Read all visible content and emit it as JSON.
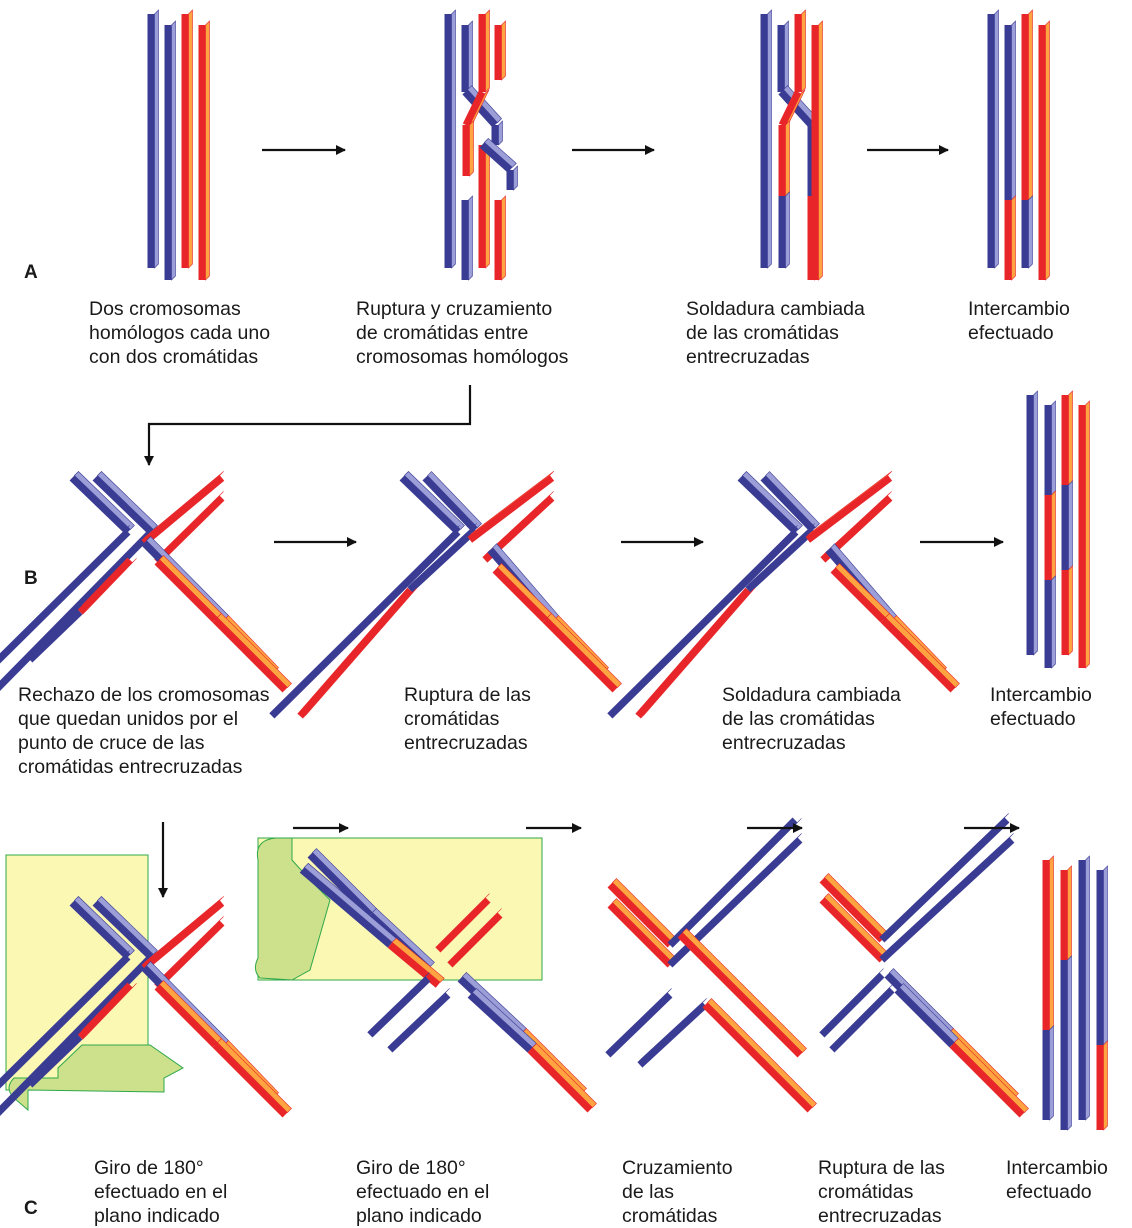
{
  "colors": {
    "blue_dark": "#3a3c94",
    "blue_light": "#9c9ed8",
    "red": "#e8262a",
    "orange": "#ffa440",
    "panel_fill": "#fbf8b4",
    "panel_stroke": "#2fa84a",
    "curl_fill": "#cde08c",
    "arrow": "#111111"
  },
  "sections": {
    "a": {
      "label": "A",
      "captions": [
        "Dos cromosomas\nhomólogos cada uno\ncon dos cromátidas",
        "Ruptura y cruzamiento\nde cromátidas entre\ncromosomas homólogos",
        "Soldadura cambiada\nde las cromátidas\nentrecruzadas",
        "Intercambio\nefectuado"
      ]
    },
    "b": {
      "label": "B",
      "captions": [
        "Rechazo de los cromosomas\nque quedan unidos por el\npunto de cruce de las\ncromátidas entrecruzadas",
        "Ruptura de las\ncromátidas\nentrecruzadas",
        "Soldadura cambiada\nde las cromátidas\nentrecruzadas",
        "Intercambio\nefectuado"
      ]
    },
    "c": {
      "label": "C",
      "captions": [
        "Giro de 180°\nefectuado en el\nplano indicado",
        "Giro de 180°\nefectuado en el\nplano indicado",
        "Cruzamiento\nde las\ncromátidas",
        "Ruptura de las\ncromátidas\nentrecruzadas",
        "Intercambio\nefectuado"
      ]
    }
  }
}
